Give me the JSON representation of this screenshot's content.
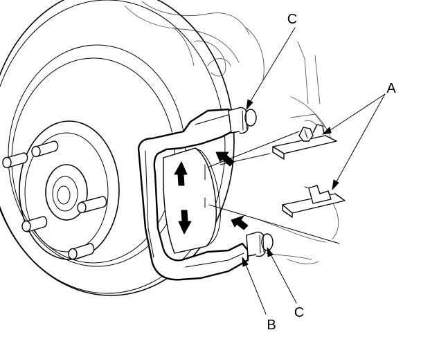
{
  "callouts": {
    "a": "A",
    "b": "B",
    "c_top": "C",
    "c_bottom": "C"
  }
}
